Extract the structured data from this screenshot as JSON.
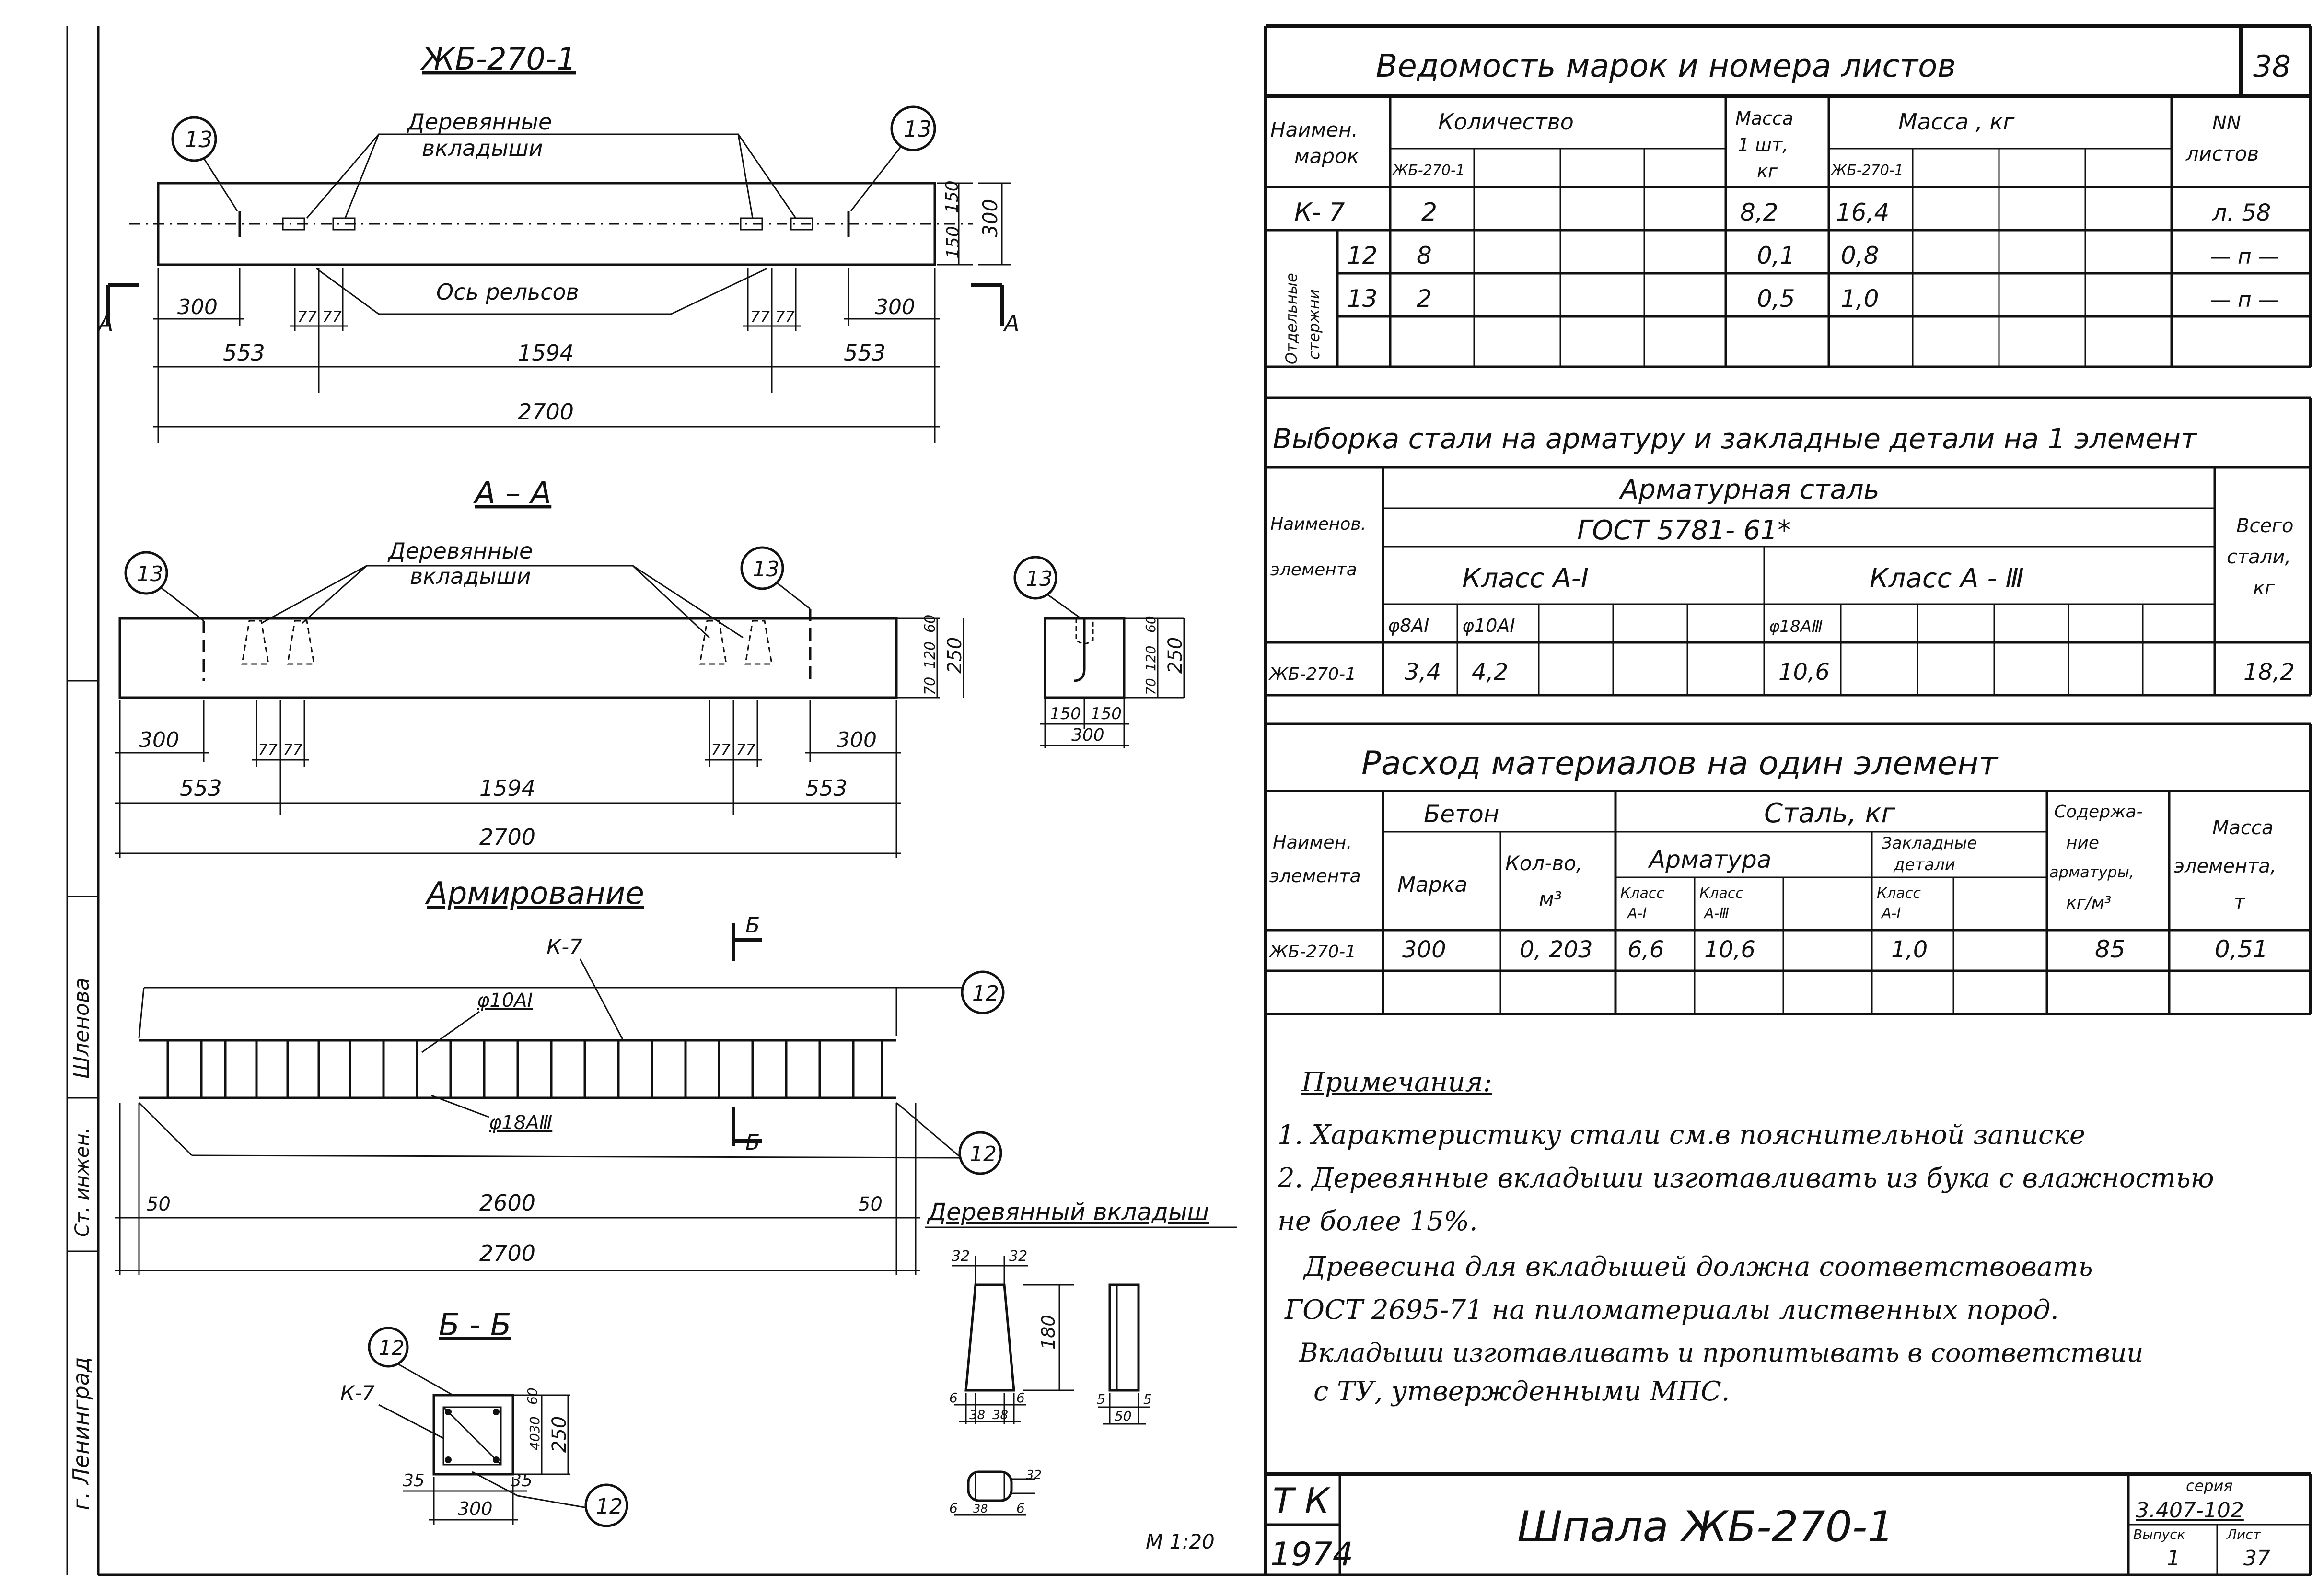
{
  "sheet_number": "38",
  "side_stamp": [
    "г. Ленинград",
    "Ст. инжен.",
    "Шленова"
  ],
  "plan": {
    "title": "ЖБ-270-1",
    "insert_label": [
      "Деревянные",
      "вкладыши"
    ],
    "rail_axis": "Ось рельсов",
    "callouts": [
      "13",
      "13"
    ],
    "section_mark": "А",
    "dims": {
      "d300": "300",
      "d150": "150",
      "d77": "77",
      "d553": "553",
      "d1594": "1594",
      "d2700": "2700"
    }
  },
  "section_aa": {
    "title": "А – А",
    "insert_label": [
      "Деревянные",
      "вкладыши"
    ],
    "callouts": [
      "13",
      "13"
    ],
    "dims": {
      "d60": "60",
      "d120": "120",
      "d70": "70",
      "d250": "250",
      "d300": "300",
      "d77": "77",
      "d553": "553",
      "d1594": "1594",
      "d2700": "2700"
    }
  },
  "cross_section": {
    "callout": "13",
    "dims": {
      "d60": "60",
      "d120": "120",
      "d70": "70",
      "d250": "250",
      "d150": "150",
      "d300": "300"
    }
  },
  "reinforcement": {
    "title": "Армирование",
    "frame": "К-7",
    "bar_top": "φ10АI",
    "bar_bottom": "φ18АⅢ",
    "callouts": [
      "12",
      "12"
    ],
    "section_mark": "Б",
    "dims": {
      "d50": "50",
      "d2600": "2600",
      "d2700": "2700"
    }
  },
  "section_bb": {
    "title": "Б - Б",
    "frame": "К-7",
    "callouts": [
      "12",
      "12"
    ],
    "dims": {
      "d60": "60",
      "d40": "40",
      "d30": "30",
      "d250": "250",
      "d35": "35",
      "d300": "300"
    }
  },
  "scale": "М 1:20",
  "wood_insert": {
    "title": "Деревянный вкладыш",
    "dims": {
      "d32": "32",
      "d180": "180",
      "d6": "6",
      "d38": "38",
      "d5": "5",
      "d50": "50"
    }
  },
  "table_marks": {
    "title": "Ведомость марок и номера листов",
    "h_name": [
      "Наимен.",
      "марок"
    ],
    "h_qty": "Количество",
    "h_mass1": [
      "Масса",
      "1 шт,",
      "кг"
    ],
    "h_mass": "Масса , кг",
    "h_sheets": [
      "NN",
      "листов"
    ],
    "sub_qty": "ЖБ-270-1",
    "sub_mass": "ЖБ-270-1",
    "group_label": [
      "Отдельные",
      "стержни"
    ],
    "rows": [
      {
        "mark": "К- 7",
        "qty": "2",
        "mass1": "8,2",
        "mass": "16,4",
        "sheet": "л. 58"
      },
      {
        "mark": "12",
        "qty": "8",
        "mass1": "0,1",
        "mass": "0,8",
        "sheet": "— п —"
      },
      {
        "mark": "13",
        "qty": "2",
        "mass1": "0,5",
        "mass": "1,0",
        "sheet": "— п —"
      }
    ]
  },
  "table_steel": {
    "title": "Выборка стали на арматуру и закладные детали на 1 элемент",
    "h_name": [
      "Наименов.",
      "элемента"
    ],
    "h_steel": "Арматурная сталь",
    "h_gost": "ГОСТ 5781- 61*",
    "h_class1": "Класс А-I",
    "h_class3": "Класс А - Ⅲ",
    "h_total": [
      "Всего",
      "стали,",
      "кг"
    ],
    "sub": [
      "φ8АI",
      "φ10АI",
      "φ18АⅢ"
    ],
    "row": {
      "name": "ЖБ-270-1",
      "v1": "3,4",
      "v2": "4,2",
      "v3": "10,6",
      "total": "18,2"
    }
  },
  "table_materials": {
    "title": "Расход материалов на один элемент",
    "h_name": [
      "Наимен.",
      "элемента"
    ],
    "h_concrete": "Бетон",
    "h_grade": "Марка",
    "h_volume": [
      "Кол-во,",
      "м³"
    ],
    "h_steel": "Сталь, кг",
    "h_rebar": "Арматура",
    "h_embed": [
      "Закладные",
      "детали"
    ],
    "h_cls1": [
      "Класс",
      "А-I"
    ],
    "h_cls3": [
      "Класс",
      "А-Ⅲ"
    ],
    "h_content": [
      "Содержа-",
      "ние",
      "арматуры,",
      "кг/м³"
    ],
    "h_mass": [
      "Масса",
      "элемента,",
      "т"
    ],
    "row": {
      "name": "ЖБ-270-1",
      "grade": "300",
      "volume": "0, 203",
      "a1": "6,6",
      "a3": "10,6",
      "emb": "1,0",
      "content": "85",
      "mass": "0,51"
    }
  },
  "notes": {
    "title": "Примечания:",
    "items": [
      "1. Характеристику стали см.в пояснительной записке",
      "2. Деревянные вкладыши изготавливать из бука с влажностью",
      "не более 15%.",
      "Древесина для вкладышей должна соответствовать",
      "ГОСТ 2695-71 на пиломатериалы лиственных пород.",
      "Вкладыши изготавливать и пропитывать в соответствии",
      "с ТУ, утвержденными МПС."
    ]
  },
  "stamp": {
    "org": "Т К",
    "year": "1974",
    "title": "Шпала ЖБ-270-1",
    "series_label": "серия",
    "series": "3.407-102",
    "issue_label": "Выпуск",
    "issue": "1",
    "sheet_label": "Лист",
    "sheet": "37"
  }
}
